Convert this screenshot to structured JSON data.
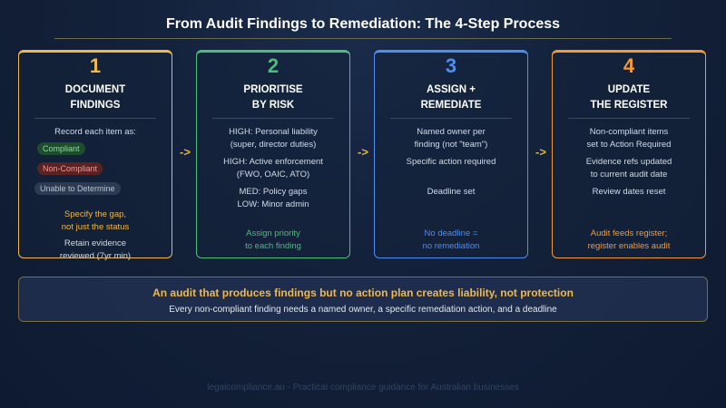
{
  "title": "From Audit Findings to Remediation: The 4-Step Process",
  "arrow_symbol": "->",
  "colors": {
    "step1": "#f0b84a",
    "step2": "#4fbd7a",
    "step3": "#4f8ef0",
    "step4": "#f29a3a"
  },
  "steps": [
    {
      "number": "1",
      "title_line1": "DOCUMENT",
      "title_line2": "FINDINGS",
      "intro": "Record each item as:",
      "statuses": [
        "Compliant",
        "Non-Compliant",
        "Unable to Determine"
      ],
      "note_line1": "Specify the gap,",
      "note_line2": "not just the status",
      "extra_line1": "Retain evidence",
      "extra_line2": "reviewed (7yr min)"
    },
    {
      "number": "2",
      "title_line1": "PRIORITISE",
      "title_line2": "BY RISK",
      "lines": [
        "HIGH: Personal liability",
        "(super, director duties)",
        "HIGH: Active enforcement",
        "(FWO, OAIC, ATO)",
        "MED: Policy gaps",
        "LOW: Minor admin"
      ],
      "note_line1": "Assign priority",
      "note_line2": "to each finding"
    },
    {
      "number": "3",
      "title_line1": "ASSIGN +",
      "title_line2": "REMEDIATE",
      "lines": [
        "Named owner per",
        "finding (not \"team\")",
        "Specific action required",
        "Deadline set"
      ],
      "note_line1": "No deadline =",
      "note_line2": "no remediation"
    },
    {
      "number": "4",
      "title_line1": "UPDATE",
      "title_line2": "THE REGISTER",
      "lines": [
        "Non-compliant items",
        "set to Action Required",
        "Evidence refs updated",
        "to current audit date",
        "Review dates reset"
      ],
      "note_line1": "Audit feeds register;",
      "note_line2": "register enables audit"
    }
  ],
  "banner": {
    "headline": "An audit that produces findings but no action plan creates liability, not protection",
    "subtext": "Every non-compliant finding needs a named owner, a specific remediation action, and a deadline"
  },
  "footer": "legalcompliance.au - Practical compliance guidance for Australian businesses"
}
